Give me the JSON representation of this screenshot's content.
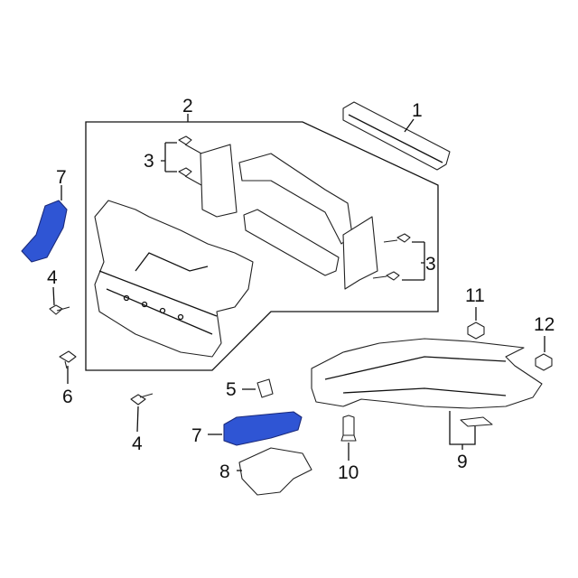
{
  "callouts": {
    "c1": "1",
    "c2": "2",
    "c3a": "3",
    "c3b": "3",
    "c4a": "4",
    "c4b": "4",
    "c5": "5",
    "c6": "6",
    "c7a": "7",
    "c7b": "7",
    "c8": "8",
    "c9": "9",
    "c10": "10",
    "c11": "11",
    "c12": "12"
  },
  "colors": {
    "highlight": "#2f55d4",
    "line": "#111111"
  }
}
